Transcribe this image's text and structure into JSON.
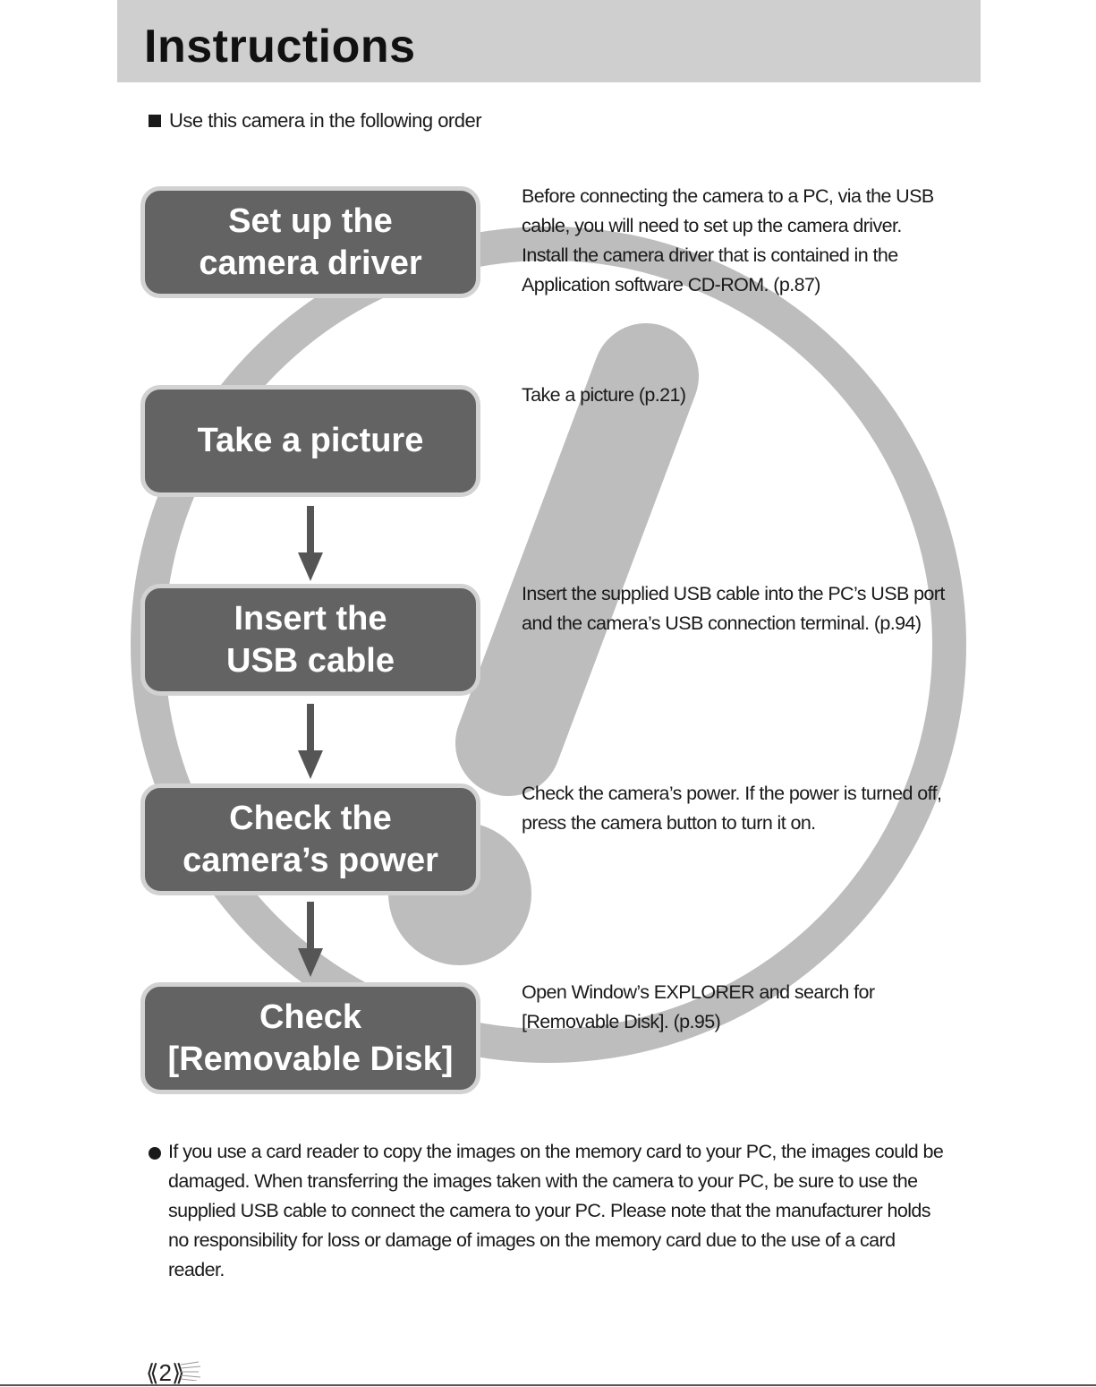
{
  "header": {
    "title": "Instructions"
  },
  "intro": {
    "text": "Use this camera in the following order"
  },
  "steps": [
    {
      "label": "Set up the\ncamera driver",
      "description": "Before connecting the camera to a PC, via the USB cable, you will need to set up the camera driver. Install the camera driver that is contained in the Application software CD-ROM. (p.87)"
    },
    {
      "label": "Take a picture",
      "description": "Take a picture (p.21)"
    },
    {
      "label": "Insert the\nUSB cable",
      "description": "Insert the supplied USB cable into the PC’s USB port and the camera’s USB connection terminal. (p.94)"
    },
    {
      "label": "Check the\ncamera’s power",
      "description": "Check the camera’s power. If the power is turned off, press the camera button to turn it on."
    },
    {
      "label": "Check\n[Removable Disk]",
      "description": "Open Window’s EXPLORER and search for [Removable Disk]. (p.95)"
    }
  ],
  "note": {
    "text": "If you use a card reader to copy the images on the memory card to your PC, the images could be damaged. When transferring the images taken with the camera to your PC, be sure to use the supplied USB cable to connect the camera to your PC. Please note that the manufacturer holds no responsibility for loss or damage of images on the memory card due to the use of a card reader."
  },
  "footer": {
    "page_number": "2"
  },
  "colors": {
    "header_bg": "#cfcfcf",
    "box_fill": "#636363",
    "box_border": "#d2d2d2",
    "decoration": "#bdbdbd"
  }
}
